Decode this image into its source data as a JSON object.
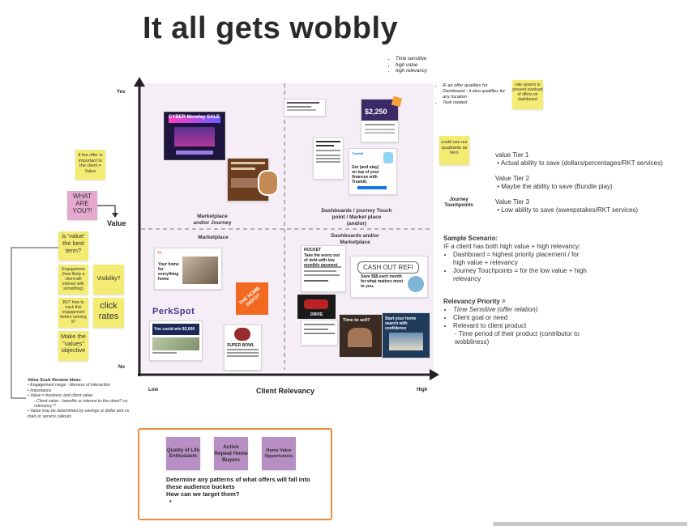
{
  "title": "It all gets wobbly",
  "axes": {
    "y_label": "Value",
    "y_high": "Yes",
    "y_low": "No",
    "x_label": "Client Relevancy",
    "x_low": "Low",
    "x_high": "High"
  },
  "quadrants": {
    "top_left": "Marketplace\nand/or Journey",
    "top_right": "Dashboards / journey Touch\npoint / Market place\n(and/or)",
    "bottom_left": "Marketplace",
    "bottom_right": "Dashboards and/or\nMarketplace"
  },
  "top_note": [
    "Time sensitive",
    "high value",
    "high relevancy"
  ],
  "right_note": [
    "IF an offer qualifies for Dashboard - it also qualifies for any location",
    "Task related"
  ],
  "stickies": {
    "rating_system": "rate system to prevent overload of offers on dashboard",
    "could_use": "could use our quadrants as tiers",
    "offer_important": "If the offer is important to the client = Value",
    "what_are_you": "WHAT ARE YOU?!",
    "is_value": "is 'value' the best term?",
    "engagement": "Engagement (how likely a client will interact with something)",
    "visibility": "Visibility?",
    "but_how": "BUT how to track this engagement before running it?",
    "click_rates": "click rates",
    "make_values": "Make the \"values\" objective"
  },
  "journey_touchpoints": "Journey Touchpoints",
  "value_tiers": [
    {
      "name": "value Tier 1",
      "desc": "Actual ability to save (dollars/percentages/RKT services)"
    },
    {
      "name": "Value Tier 2",
      "desc": "Maybe the ability to save (Bundle play)"
    },
    {
      "name": "Value Tier 3",
      "desc": "Low ability to save (sweepstakes/RKT services)"
    }
  ],
  "sample_scenario": {
    "heading": "Sample Scenario:",
    "line": "IF a client has both high value + high relevancy:",
    "bullets": [
      "Dashboard = highest priority placement / for high value + relevancy",
      "Journey Touchpoints = for the low value + high relevancy"
    ]
  },
  "relevancy_priority": {
    "heading": "Relevancy Priority =",
    "bullets": [
      "Time Sensitive (offer relation)",
      "Client goal or need",
      "Relevant to client product"
    ],
    "sub": "Time period of their product (contributor to wobbliness)"
  },
  "value_scale": {
    "heading": "Value Scale Rename Ideas:",
    "items": [
      "Engagement range - likeness of interaction",
      "Importance",
      "Value = business and client value"
    ],
    "sub": [
      "Client value - benefits or interest to the client? vs. relevancy ?"
    ],
    "last": "Value may be determined by savings or dollar amt vs. trials or service callouts"
  },
  "ads": {
    "cyber": "CYBER Monday SALE",
    "cash_amount": "$2,250",
    "truebill": "Get (and stay) on top of your finances with Truebill.",
    "cash_out": "CASH OUT REFI",
    "cash_out_sub": "Save $$$ each month for what matters most to you.",
    "perkspot": "PerkSpot",
    "home_depot": "THE HOME DEPOT",
    "save_3000": "You could win $3,000",
    "time_to_sell": "Time to sell?",
    "home_search": "Start your home search with confidence",
    "rocket_take": "Take the worry out of debt with low monthly payment",
    "first_home": "Your home for everything home",
    "autonation": "DRIVE",
    "sweeps": "SUPER BOWL"
  },
  "bottom_box": {
    "audiences": [
      "Quality of Life Enthusiasts",
      "Active Repeat Home Buyers",
      "Home Value Opportunists"
    ],
    "question1": "Determine any patterns of what offers will fall into these audience buckets",
    "question2": "How can we target them?"
  },
  "colors": {
    "plot_bg": "#f6eef6",
    "sticky_yellow": "#f4ec72",
    "sticky_pink": "#e5a8cf",
    "audience_purple": "#b88fc4",
    "box_border": "#f08a3c"
  }
}
